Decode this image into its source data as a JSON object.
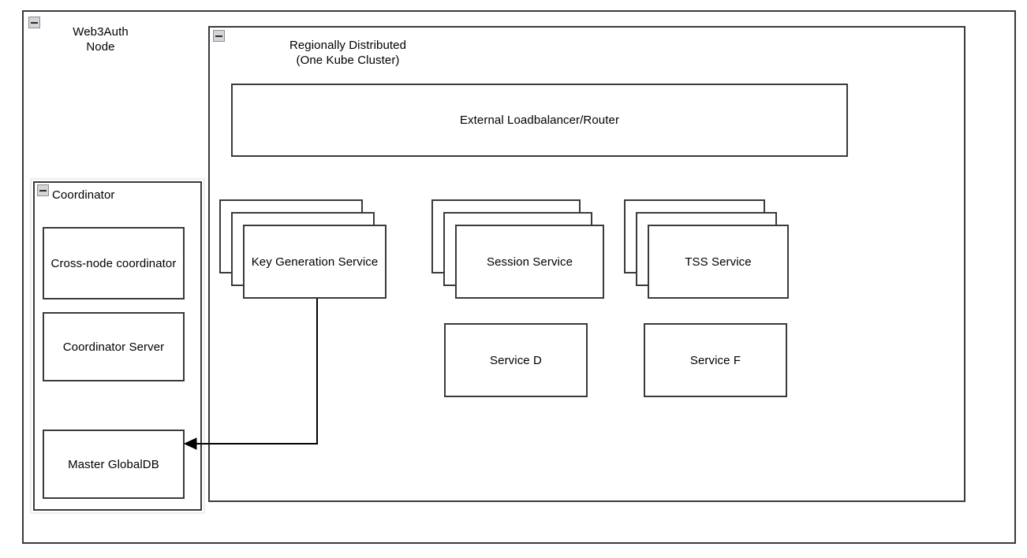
{
  "diagram": {
    "type": "architecture-diagram",
    "background_color": "#ffffff",
    "line_color": "#3a3a3a",
    "text_color": "#000000",
    "selected_frame_color": "#eceded"
  },
  "outer_container": {
    "title": "Web3Auth\nNode",
    "collapse_icon": "collapse-minus-icon"
  },
  "cluster_container": {
    "title": "Regionally Distributed\n(One Kube Cluster)",
    "collapse_icon": "collapse-minus-icon"
  },
  "coordinator_container": {
    "title": "Coordinator",
    "collapse_icon": "collapse-minus-icon",
    "selected": true,
    "items": [
      {
        "label": "Cross-node\ncoordinator"
      },
      {
        "label": "Coordinator Server"
      },
      {
        "label": "Master GlobalDB"
      }
    ]
  },
  "loadbalancer": {
    "label": "External Loadbalancer/Router"
  },
  "service_stacks": [
    {
      "label": "Key Generation\nService",
      "replicas": 3
    },
    {
      "label": "Session Service",
      "replicas": 3
    },
    {
      "label": "TSS Service",
      "replicas": 3
    }
  ],
  "single_services": [
    {
      "label": "Service D"
    },
    {
      "label": "Service F"
    }
  ],
  "connector": {
    "from": "Key Generation Service",
    "to": "Master GlobalDB",
    "arrow": "arrowhead-left",
    "style": "orthogonal"
  }
}
